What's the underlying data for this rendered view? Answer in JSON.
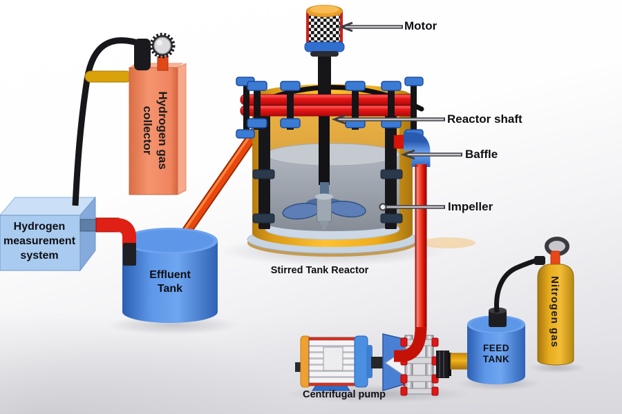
{
  "diagram_title": "Stirred Tank Reactor",
  "labels": {
    "motor": "Motor",
    "reactor_shaft": "Reactor shaft",
    "baffle": "Baffle",
    "impeller": "Impeller",
    "stirred_tank_reactor": "Stirred Tank Reactor",
    "hydrogen_gas_collector": "Hydrogen gas collector",
    "hydrogen_measurement_system": "Hydrogen measurement system",
    "effluent_tank": "Effluent Tank",
    "feed_tank": "FEED TANK",
    "nitrogen_gas": "Nitrogen gas",
    "centrifugal_pump": "Centrifugal pump"
  },
  "colors": {
    "reactor_body_yellow": "#F2AC1C",
    "clamp_bar_red": "#E81616",
    "bolt_cap_blue": "#3B7BD4",
    "pipe_red": "#DD1A0A",
    "pipe_elbow_blue": "#4A8FE0",
    "transfer_pipe_orange": "#E8470E",
    "tank_blue": "#4F8EE0",
    "measurement_box_blue": "#A9CBF0",
    "collector_orange": "#F5946E",
    "nitrogen_yellow": "#E8AC1E",
    "liquid_gray": "#A3AAB3",
    "label_color": "#0E0E12"
  }
}
